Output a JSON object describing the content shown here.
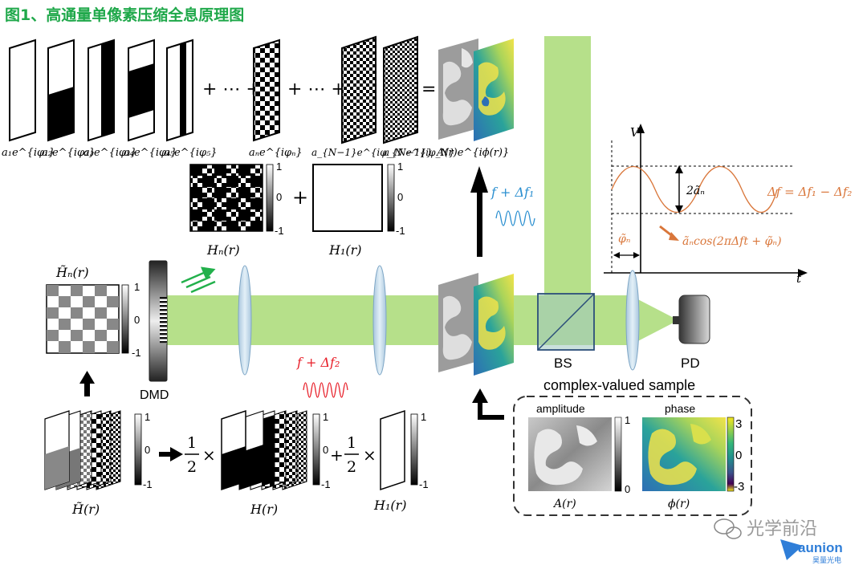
{
  "title": "图1、高通量单像素压缩全息原理图",
  "colors": {
    "title": "#1fa84a",
    "beam": "#b6e08a",
    "red": "#e8202a",
    "blue": "#2a8fd0",
    "orange": "#d9763a"
  },
  "top_row": {
    "labels": [
      "a₁e^{iφ₁}",
      "a₂e^{iφ₂}",
      "a₃e^{iφ₃}",
      "a₄e^{iφ₄}",
      "a₅e^{iφ₅}",
      "aₙe^{iφₙ}",
      "a_{N−1}e^{iφ_{N−1}}",
      "a_N e^{iφ_N}"
    ],
    "ops": [
      "+ ⋯ +",
      "+ ⋯ +",
      "="
    ],
    "result_label": "A(r)e^{iϕ(r)}"
  },
  "hn_panel": {
    "label": "Hₙ(r)",
    "scale": [
      "1",
      "0",
      "-1"
    ]
  },
  "plus": "+",
  "h1_panel": {
    "label": "H₁(r)",
    "scale": [
      "1",
      "0",
      "-1"
    ]
  },
  "left_panel": {
    "label": "H̃ₙ(r)",
    "scale": [
      "1",
      "0",
      "-1"
    ]
  },
  "dmd_label": "DMD",
  "freq_top": "f + Δf₁",
  "freq_bottom": "f + Δf₂",
  "bs_label": "BS",
  "pd_label": "PD",
  "waveform": {
    "v_axis": "V",
    "t_axis": "t",
    "amp": "2ãₙ",
    "delta": "Δf = Δf₁ − Δf₂",
    "phase": "φ̃ₙ",
    "signal": "ãₙcos(2πΔft + φ̃ₙ)"
  },
  "bottom_row": {
    "scale1": [
      "1",
      "0",
      "-1"
    ],
    "label1": "H̃(r)",
    "half": "1",
    "denom": "2",
    "times": "×",
    "scale2": [
      "1",
      "0",
      "-1"
    ],
    "label2": "H(r)",
    "plus": "+",
    "scale3": [
      "1",
      "-1"
    ],
    "label3": "H₁(r)"
  },
  "sample_box": {
    "title": "complex-valued sample",
    "amp_title": "amplitude",
    "phase_title": "phase",
    "amp_scale": [
      "1",
      "0"
    ],
    "phase_scale": [
      "3",
      "0",
      "-3"
    ],
    "amp_label": "A(r)",
    "phase_label": "ϕ(r)"
  },
  "watermark": {
    "text": "光学前沿",
    "brand": "aunion",
    "brand_sub": "昊量光电"
  }
}
